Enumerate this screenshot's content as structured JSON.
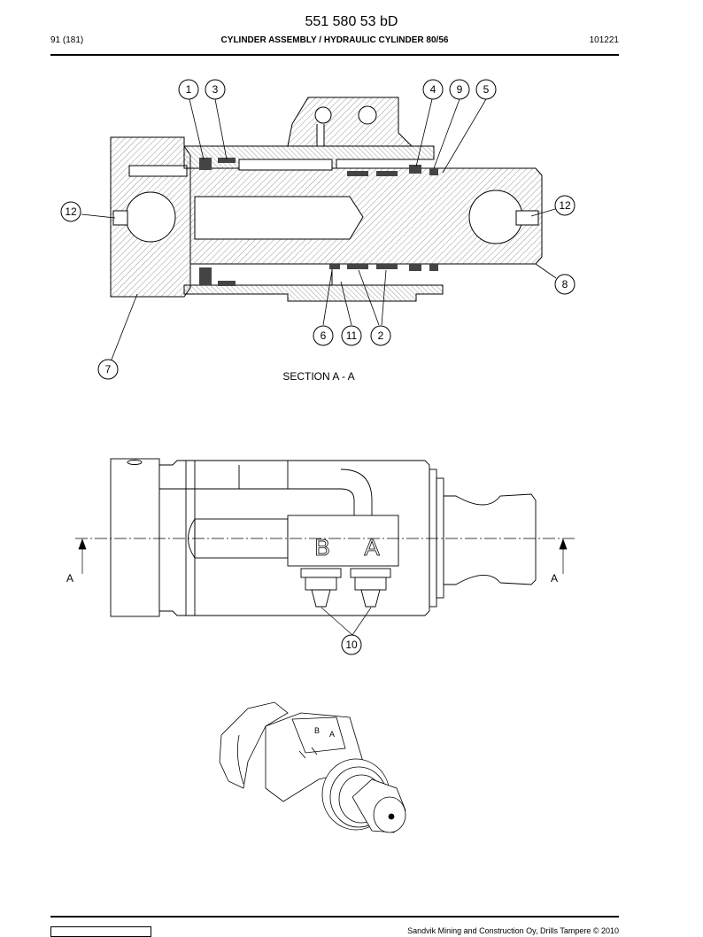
{
  "header": {
    "doc_number": "551 580 53 bD",
    "page": "91 (181)",
    "title": "CYLINDER ASSEMBLY / HYDRAULIC CYLINDER 80/56",
    "date_code": "101221"
  },
  "section": {
    "label": "SECTION  A - A",
    "callouts": [
      "1",
      "3",
      "4",
      "9",
      "5",
      "12",
      "12",
      "8",
      "6",
      "11",
      "2",
      "7"
    ]
  },
  "side_view": {
    "port_b": "B",
    "port_a": "A",
    "section_mark_left": "A",
    "section_mark_right": "A",
    "callout": "10"
  },
  "footer": {
    "copyright": "Sandvik Mining and Construction Oy, Drills Tampere © 2010"
  }
}
